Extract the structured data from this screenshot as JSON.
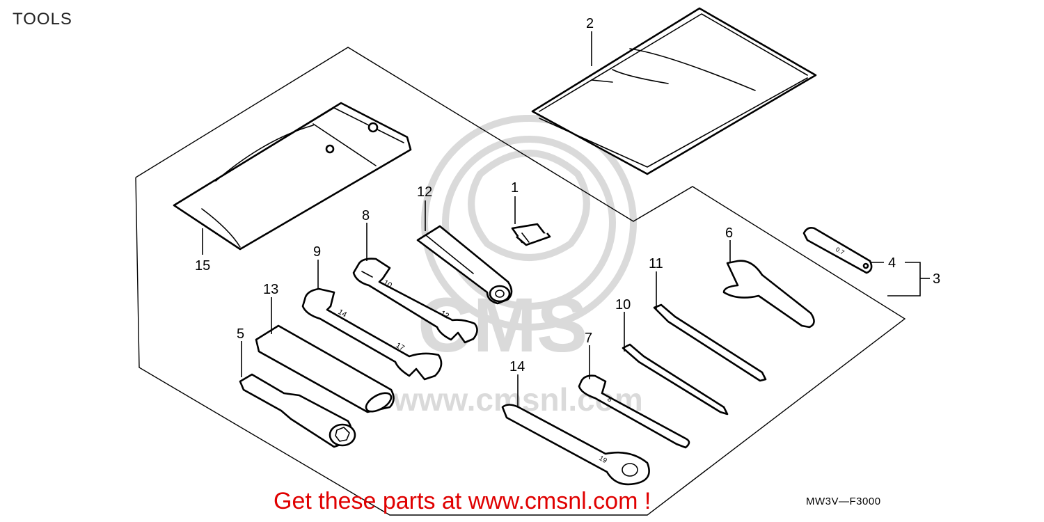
{
  "diagram": {
    "title": "TOOLS",
    "drawing_code": "MW3V—F3000",
    "promo_text": "Get these parts at www.cmsnl.com !",
    "watermark_text": "www.cmsnl.com",
    "watermark_logo": "CMS",
    "callouts": [
      {
        "id": "callout-1",
        "label": "1"
      },
      {
        "id": "callout-2",
        "label": "2"
      },
      {
        "id": "callout-3",
        "label": "3"
      },
      {
        "id": "callout-4",
        "label": "4"
      },
      {
        "id": "callout-5",
        "label": "5"
      },
      {
        "id": "callout-6",
        "label": "6"
      },
      {
        "id": "callout-7",
        "label": "7"
      },
      {
        "id": "callout-8",
        "label": "8"
      },
      {
        "id": "callout-9",
        "label": "9"
      },
      {
        "id": "callout-10",
        "label": "10"
      },
      {
        "id": "callout-11",
        "label": "11"
      },
      {
        "id": "callout-12",
        "label": "12"
      },
      {
        "id": "callout-13",
        "label": "13"
      },
      {
        "id": "callout-14",
        "label": "14"
      },
      {
        "id": "callout-15",
        "label": "15"
      }
    ],
    "wrench_markings": {
      "wrench_8_small": "10",
      "wrench_8_large": "12",
      "wrench_9_small": "14",
      "wrench_9_large": "17",
      "wrench_7": "8",
      "wrench_14": "19",
      "feeler_gauge": "0.7"
    },
    "colors": {
      "ink": "#000000",
      "promo": "#e00000",
      "watermark": "#d6d6d6",
      "background": "#ffffff"
    }
  }
}
